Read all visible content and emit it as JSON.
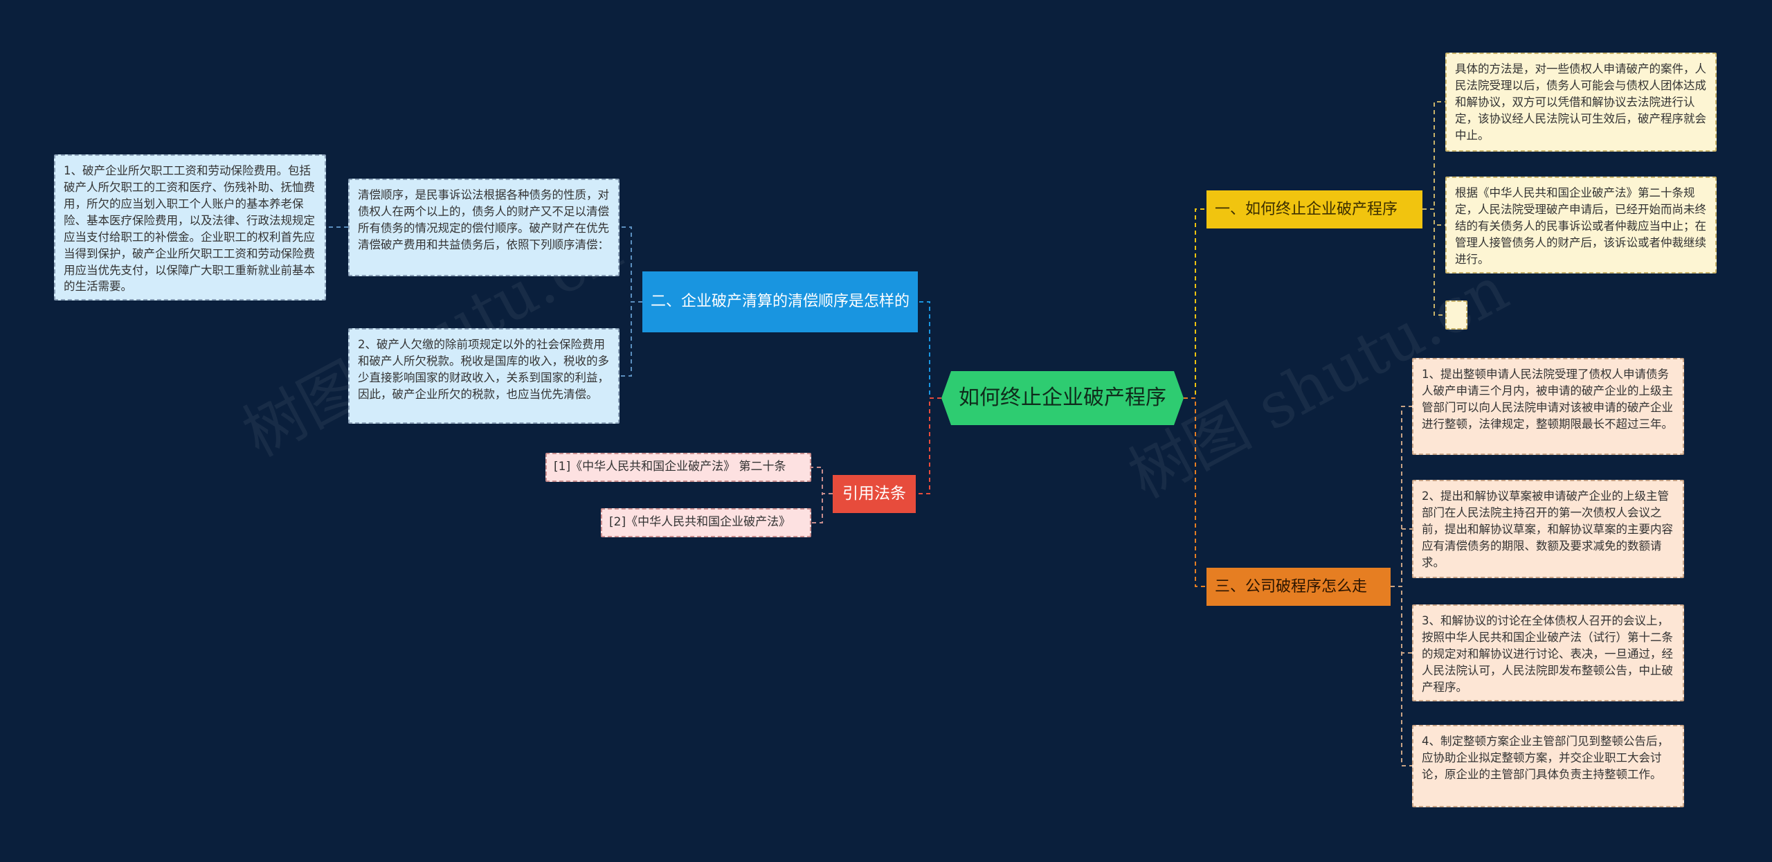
{
  "root": {
    "label": "如何终止企业破产程序"
  },
  "branches": {
    "left": {
      "label": "二、企业破产清算的清偿顺序是怎样的"
    },
    "cite": {
      "label": "引用法条"
    },
    "right1": {
      "label": "一、如何终止企业破产程序"
    },
    "right3": {
      "label": "三、公司破程序怎么走"
    }
  },
  "leaves": {
    "left_wage": "1、破产企业所欠职工工资和劳动保险费用。包括破产人所欠职工的工资和医疗、伤残补助、抚恤费用，所欠的应当划入职工个人账户的基本养老保险、基本医疗保险费用，以及法律、行政法规规定应当支付给职工的补偿金。企业职工的权利首先应当得到保护，破产企业所欠职工工资和劳动保险费用应当优先支付，以保障广大职工重新就业前基本的生活需要。",
    "left_order": "清偿顺序，是民事诉讼法根据各种债务的性质，对债权人在两个以上的，债务人的财产又不足以清偿所有债务的情况规定的偿付顺序。破产财产在优先清偿破产费用和共益债务后，依照下列顺序清偿：",
    "left_tax": "2、破产人欠缴的除前项规定以外的社会保险费用和破产人所欠税款。税收是国库的收入，税收的多少直接影响国家的财政收入，关系到国家的利益，因此，破产企业所欠的税款，也应当优先清偿。",
    "cite_1": "[1]《中华人民共和国企业破产法》 第二十条",
    "cite_2": "[2]《中华人民共和国企业破产法》",
    "right1_a": "具体的方法是，对一些债权人申请破产的案件，人民法院受理以后，债务人可能会与债权人团体达成和解协议，双方可以凭借和解协议去法院进行认定，该协议经人民法院认可生效后，破产程序就会中止。",
    "right1_b": "根据《中华人民共和国企业破产法》第二十条规定，人民法院受理破产申请后，已经开始而尚未终结的有关债务人的民事诉讼或者仲裁应当中止；在管理人接管债务人的财产后，该诉讼或者仲裁继续进行。",
    "right1_c": "",
    "right3_a": "1、提出整顿申请人民法院受理了债权人申请债务人破产申请三个月内，被申请的破产企业的上级主管部门可以向人民法院申请对该被申请的破产企业进行整顿，法律规定，整顿期限最长不超过三年。",
    "right3_b": "2、提出和解协议草案被申请破产企业的上级主管部门在人民法院主持召开的第一次债权人会议之前，提出和解协议草案，和解协议草案的主要内容应有清偿债务的期限、数额及要求减免的数额请求。",
    "right3_c": "3、和解协议的讨论在全体债权人召开的会议上，按照中华人民共和国企业破产法（试行）第十二条的规定对和解协议进行讨论、表决，一旦通过，经人民法院认可，人民法院即发布整顿公告，中止破产程序。",
    "right3_d": "4、制定整顿方案企业主管部门见到整顿公告后，应协助企业拟定整顿方案，并交企业职工大会讨论，原企业的主管部门具体负责主持整顿工作。"
  },
  "watermark": "树图 shutu.cn",
  "colors": {
    "background": "#0a1f3c",
    "root": "#2ecc71",
    "left_branch": "#1995e0",
    "cite_branch": "#e74c3c",
    "right1_branch": "#f1c40f",
    "right3_branch": "#e67e22"
  }
}
